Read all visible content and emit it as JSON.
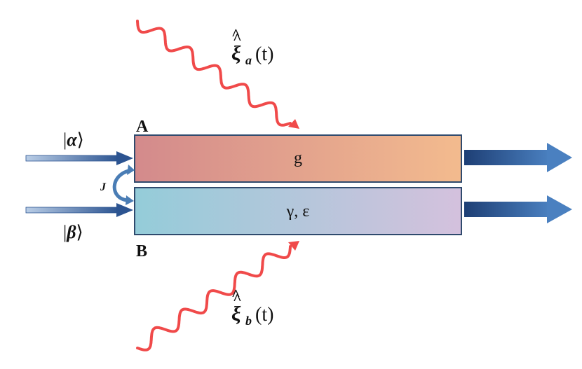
{
  "waveguide_a": {
    "corner_label": "A",
    "parameter": "g",
    "gradient": [
      "#d38a8c",
      "#f3bb8e"
    ],
    "border_color": "#2f4a6d"
  },
  "waveguide_b": {
    "corner_label": "B",
    "parameter": "γ, ε",
    "gradient": [
      "#94ccd9",
      "#d4c1dd"
    ],
    "border_color": "#2f4a6d"
  },
  "coupling": {
    "symbol": "J",
    "arrow_color": "#4a7db5"
  },
  "inputs": {
    "state_a": {
      "ket": "|",
      "symbol": "α",
      "close": "⟩"
    },
    "state_b": {
      "ket": "|",
      "symbol": "β",
      "close": "⟩"
    },
    "arrow_color": "#2c5491"
  },
  "outputs": {
    "arrow_color": "#2c5a9a"
  },
  "noise": {
    "wave_color": "#f04a4a",
    "xi_a": {
      "symbol": "ξ̂̂",
      "base": "ξ",
      "hat": "̂",
      "subscript": "a",
      "argument": "(t)"
    },
    "xi_b": {
      "symbol": "ξ̂̂",
      "base": "ξ",
      "hat": "̂",
      "subscript": "b",
      "argument": "(t)"
    }
  }
}
